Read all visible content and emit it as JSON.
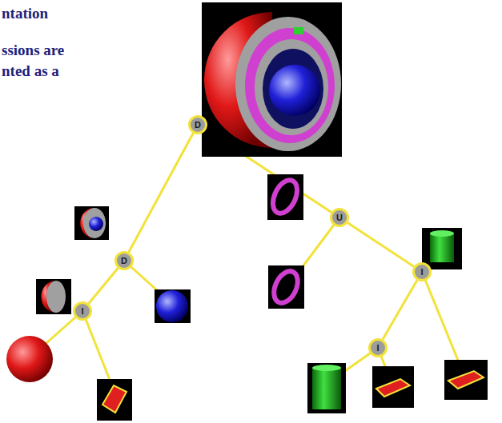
{
  "diagram": {
    "nodes": [
      {
        "text": [
          "D"
        ]
      },
      {
        "text": [
          "U"
        ]
      },
      {
        "text": [
          "D"
        ]
      },
      {
        "text": [
          "I"
        ]
      },
      {
        "text": [
          "I"
        ]
      },
      {
        "text": [
          "I"
        ]
      }
    ],
    "edges": [
      {
        "from": 0,
        "to": 2,
        "arrow": "none"
      },
      {
        "from": 0,
        "to": 1,
        "arrow": "none"
      },
      {
        "from": 2,
        "to": 4,
        "arrow": "none"
      },
      {
        "from": 1,
        "to": 3,
        "arrow": "none"
      },
      {
        "from": 3,
        "to": 5,
        "arrow": "none"
      }
    ],
    "labels": [
      "ntation",
      "ssions are",
      "nted as a"
    ]
  }
}
